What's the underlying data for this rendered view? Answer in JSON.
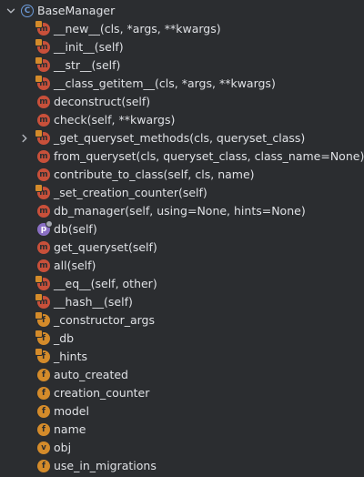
{
  "root": {
    "label": "BaseManager",
    "icon": "class-icon",
    "expanded": true
  },
  "members": [
    {
      "label": "__new__(cls, *args, **kwargs)",
      "kind": "method",
      "icon": "method-icon",
      "protected": true,
      "expandable": false
    },
    {
      "label": "__init__(self)",
      "kind": "method",
      "icon": "method-icon",
      "protected": true,
      "expandable": false
    },
    {
      "label": "__str__(self)",
      "kind": "method",
      "icon": "method-icon",
      "protected": true,
      "expandable": false
    },
    {
      "label": "__class_getitem__(cls, *args, **kwargs)",
      "kind": "method",
      "icon": "method-icon",
      "protected": true,
      "expandable": false
    },
    {
      "label": "deconstruct(self)",
      "kind": "method",
      "icon": "method-icon",
      "protected": false,
      "expandable": false
    },
    {
      "label": "check(self, **kwargs)",
      "kind": "method",
      "icon": "method-icon",
      "protected": false,
      "expandable": false
    },
    {
      "label": "_get_queryset_methods(cls, queryset_class)",
      "kind": "method",
      "icon": "method-icon",
      "protected": true,
      "expandable": true
    },
    {
      "label": "from_queryset(cls, queryset_class, class_name=None)",
      "kind": "method",
      "icon": "method-icon",
      "protected": false,
      "expandable": false
    },
    {
      "label": "contribute_to_class(self, cls, name)",
      "kind": "method",
      "icon": "method-icon",
      "protected": false,
      "expandable": false
    },
    {
      "label": "_set_creation_counter(self)",
      "kind": "method",
      "icon": "method-icon",
      "protected": true,
      "expandable": false
    },
    {
      "label": "db_manager(self, using=None, hints=None)",
      "kind": "method",
      "icon": "method-icon",
      "protected": false,
      "expandable": false
    },
    {
      "label": "db(self)",
      "kind": "property",
      "icon": "property-icon",
      "protected": false,
      "expandable": false
    },
    {
      "label": "get_queryset(self)",
      "kind": "method",
      "icon": "method-icon",
      "protected": false,
      "expandable": false
    },
    {
      "label": "all(self)",
      "kind": "method",
      "icon": "method-icon",
      "protected": false,
      "expandable": false
    },
    {
      "label": "__eq__(self, other)",
      "kind": "method",
      "icon": "method-icon",
      "protected": true,
      "expandable": false
    },
    {
      "label": "__hash__(self)",
      "kind": "method",
      "icon": "method-icon",
      "protected": true,
      "expandable": false
    },
    {
      "label": "_constructor_args",
      "kind": "field",
      "icon": "field-icon",
      "protected": true,
      "expandable": false
    },
    {
      "label": "_db",
      "kind": "field",
      "icon": "field-icon",
      "protected": true,
      "expandable": false
    },
    {
      "label": "_hints",
      "kind": "field",
      "icon": "field-icon",
      "protected": true,
      "expandable": false
    },
    {
      "label": "auto_created",
      "kind": "field",
      "icon": "field-icon",
      "protected": false,
      "expandable": false
    },
    {
      "label": "creation_counter",
      "kind": "field",
      "icon": "field-icon",
      "protected": false,
      "expandable": false
    },
    {
      "label": "model",
      "kind": "field",
      "icon": "field-icon",
      "protected": false,
      "expandable": false
    },
    {
      "label": "name",
      "kind": "field",
      "icon": "field-icon",
      "protected": false,
      "expandable": false
    },
    {
      "label": "obj",
      "kind": "variable",
      "icon": "variable-icon",
      "protected": false,
      "expandable": false
    },
    {
      "label": "use_in_migrations",
      "kind": "field",
      "icon": "field-icon",
      "protected": false,
      "expandable": false
    }
  ]
}
